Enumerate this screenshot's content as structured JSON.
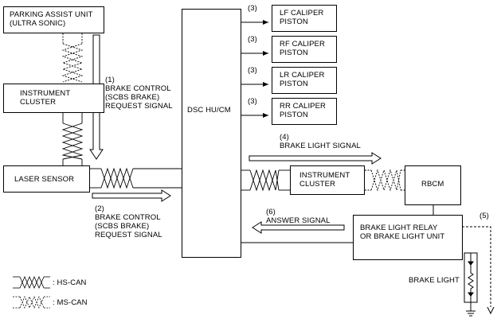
{
  "parking_assist_unit": [
    "PARKING ASSIST UNIT",
    "(ULTRA SONIC)"
  ],
  "instrument_cluster_left": [
    "INSTRUMENT",
    "CLUSTER"
  ],
  "laser_sensor": "LASER SENSOR",
  "dsc": "DSC HU/CM",
  "calipers": [
    {
      "num": "(3)",
      "lines": [
        "LF CALIPER",
        "PISTON"
      ]
    },
    {
      "num": "(3)",
      "lines": [
        "RF CALIPER",
        "PISTON"
      ]
    },
    {
      "num": "(3)",
      "lines": [
        "LR CALIPER",
        "PISTON"
      ]
    },
    {
      "num": "(3)",
      "lines": [
        "RR CALIPER",
        "PISTON"
      ]
    }
  ],
  "signal_1": {
    "num": "(1)",
    "lines": [
      "BRAKE CONTROL",
      "(SCBS BRAKE)",
      "REQUEST SIGNAL"
    ]
  },
  "signal_2": {
    "num": "(2)",
    "lines": [
      "BRAKE CONTROL",
      "(SCBS BRAKE)",
      "REQUEST SIGNAL"
    ]
  },
  "signal_4": {
    "num": "(4)",
    "text": "BRAKE LIGHT SIGNAL"
  },
  "signal_6": {
    "num": "(6)",
    "text": "ANSWER SIGNAL"
  },
  "signal_5": {
    "num": "(5)"
  },
  "instrument_cluster_right": [
    "INSTRUMENT",
    "CLUSTER"
  ],
  "rbcm": "RBCM",
  "brake_relay": [
    "BRAKE LIGHT RELAY",
    "OR BRAKE LIGHT UNIT"
  ],
  "brake_light": "BRAKE LIGHT",
  "legend": [
    {
      "symbol": "hs-can-symbol",
      "label": ": HS-CAN"
    },
    {
      "symbol": "ms-can-symbol",
      "label": ": MS-CAN"
    }
  ]
}
